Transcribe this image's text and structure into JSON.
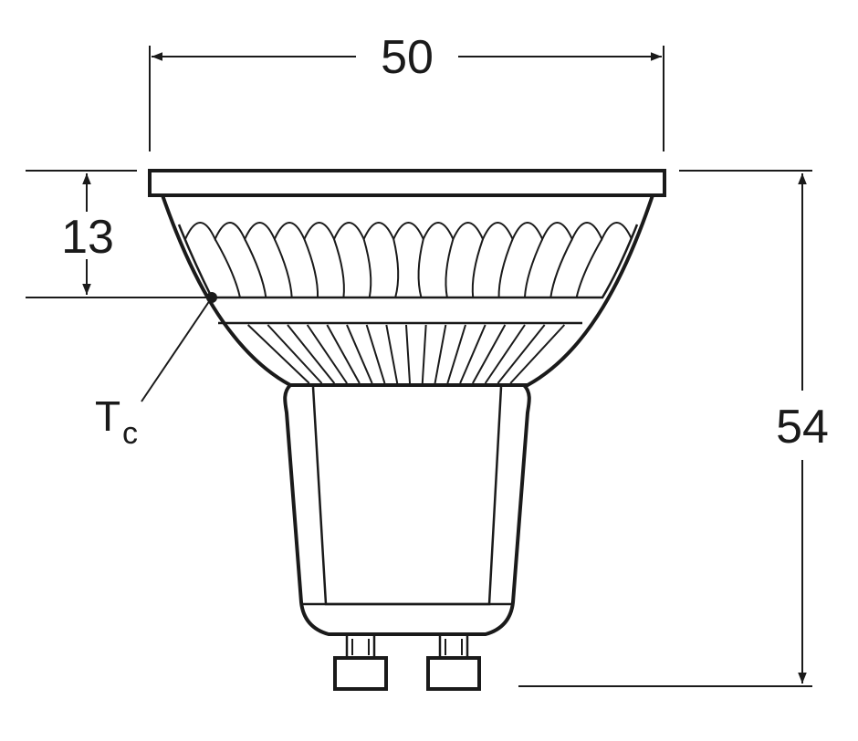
{
  "dimensions": {
    "width": "50",
    "top_height": "13",
    "total_height": "54"
  },
  "labels": {
    "tc_main": "T",
    "tc_sub": "c"
  }
}
